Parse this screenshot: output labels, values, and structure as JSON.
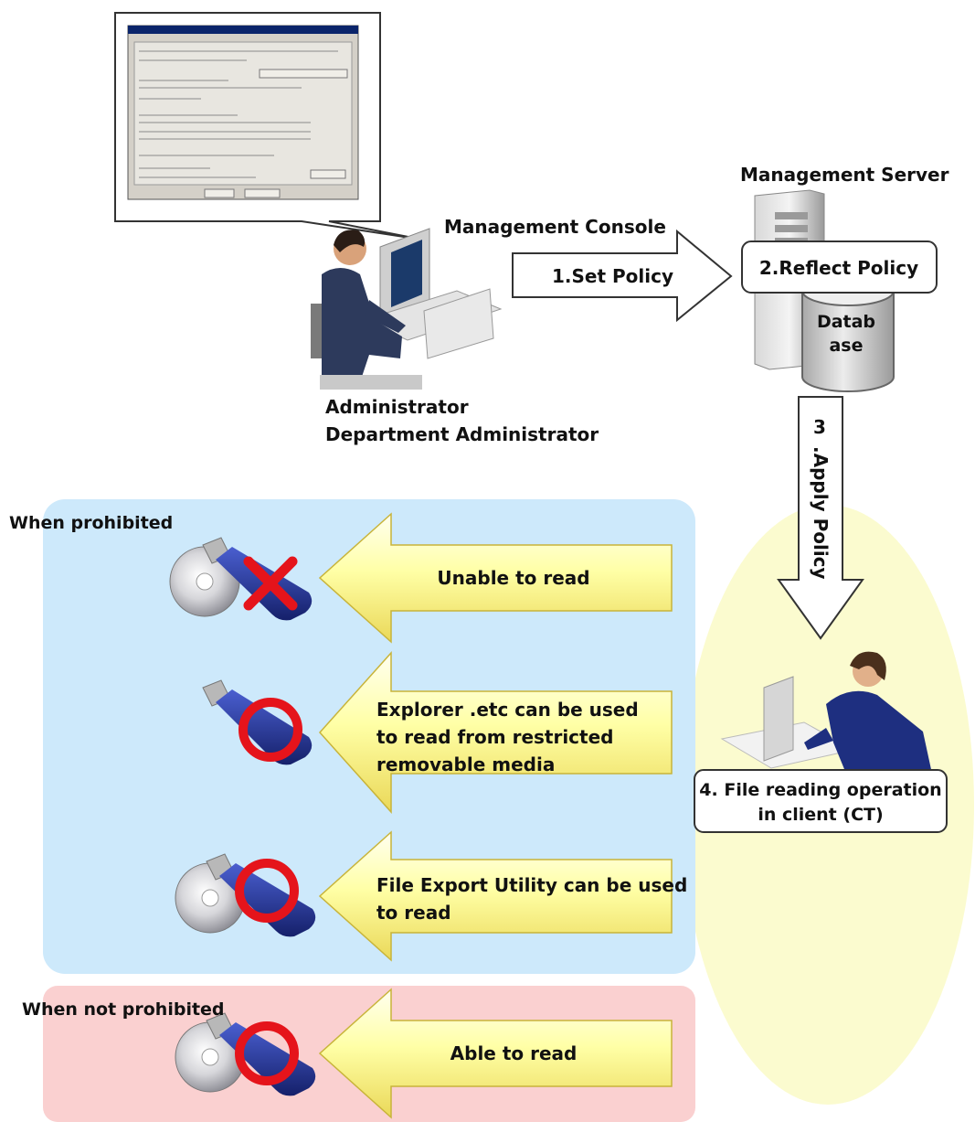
{
  "labels": {
    "management_console": "Management Console",
    "management_server": "Management Server",
    "set_policy": "1.Set Policy",
    "reflect_policy": "2.Reflect Policy",
    "database_line1": "Datab",
    "database_line2": "ase",
    "admin_line1": "Administrator",
    "admin_line2": "Department Administrator",
    "apply_policy_num": "3",
    "apply_policy": ".Apply Policy",
    "client_line1": "4. File reading operation",
    "client_line2": "in client (CT)",
    "when_prohibited": "When prohibited",
    "when_not_prohibited": "When not prohibited",
    "unable_to_read": "Unable to read",
    "explorer_line1": "Explorer .etc can be used",
    "explorer_line2": "to read from restricted",
    "explorer_line3": "removable media",
    "file_export_line1": "File Export Utility can be used",
    "file_export_line2": "to read",
    "able_to_read": "Able to read"
  },
  "colors": {
    "prohibited_panel": "#cde9fb",
    "not_prohibited_panel": "#fad0d0",
    "client_ellipse": "#fbfbcf",
    "arrow_fill": "#ffffa6",
    "prohibit_mark": "#e5141b",
    "usb_blue": "#23349a"
  }
}
